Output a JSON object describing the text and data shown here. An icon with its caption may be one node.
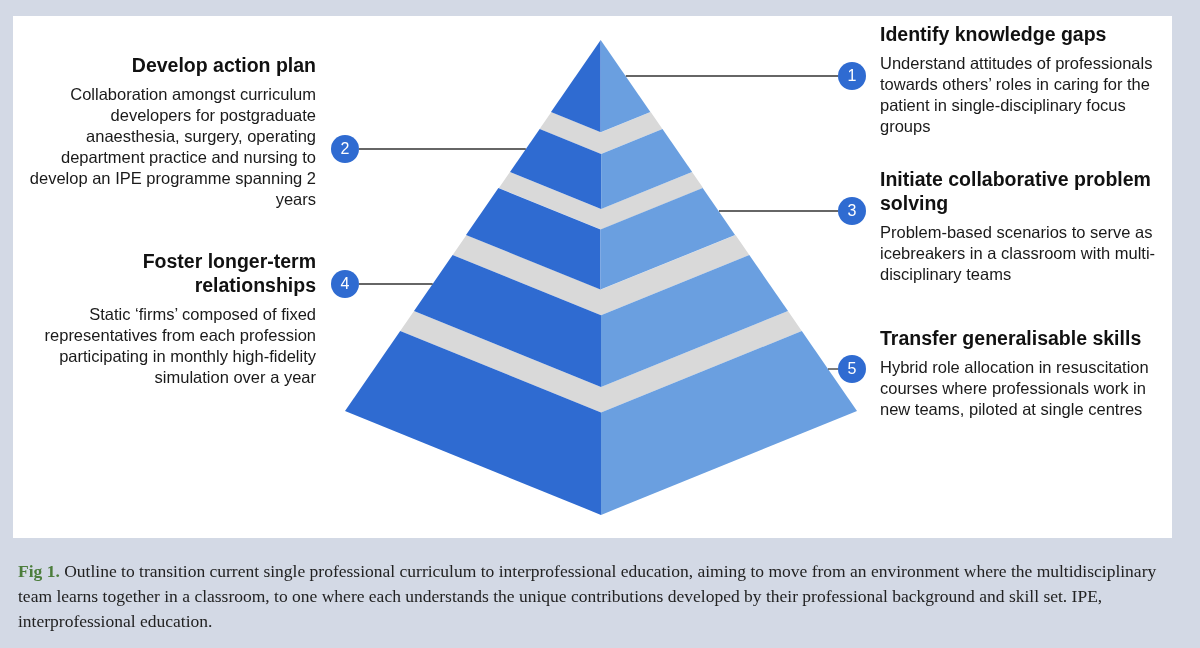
{
  "diagram": {
    "caption": "**Fig 1.** Outline to transition current single professional curriculum to interprofessional education, aiming to move from an environment where the multidisciplinary team learns together in a classroom, to one where each understands the unique contributions developed by their professional background and skill set. IPE, interprofessional education.",
    "nodes": [
      {
        "text": [],
        "shape": "triangle"
      },
      {
        "text": [],
        "shape": "trapezoid"
      },
      {
        "text": [],
        "shape": "trapezoid"
      },
      {
        "text": [],
        "shape": "trapezoid"
      },
      {
        "text": [],
        "shape": "trapezoid"
      },
      {
        "text": [
          "1"
        ],
        "beside": [
          "Identify knowledge gaps",
          "Understand attitudes of professionals towards others’ roles in caring for the patient in single-disciplinary focus groups"
        ]
      },
      {
        "text": [
          "2"
        ],
        "beside": [
          "Develop action plan",
          "Collaboration amongst curriculum developers for postgraduate anaesthesia, surgery, operating department practice and nursing to develop an IPE programme spanning 2 years"
        ]
      },
      {
        "text": [
          "3"
        ],
        "beside": [
          "Initiate collaborative problem solving",
          "Problem-based scenarios to serve as icebreakers in a classroom with multi-disciplinary teams"
        ]
      },
      {
        "text": [
          "4"
        ],
        "beside": [
          "Foster longer-term relationships",
          "Static ‘firms’ composed of fixed representatives from each profession participating in monthly high-fidelity simulation over a year"
        ]
      },
      {
        "text": [
          "5"
        ],
        "beside": [
          "Transfer generalisable skills",
          "Hybrid role allocation in resuscitation courses where professionals work in new teams, piloted at single centres"
        ]
      }
    ],
    "edges": [
      {
        "from": 5,
        "to": 0,
        "arrow": "none"
      },
      {
        "from": 6,
        "to": 1,
        "arrow": "none"
      },
      {
        "from": 7,
        "to": 2,
        "arrow": "none"
      },
      {
        "from": 8,
        "to": 3,
        "arrow": "none"
      },
      {
        "from": 9,
        "to": 4,
        "arrow": "none"
      }
    ]
  }
}
